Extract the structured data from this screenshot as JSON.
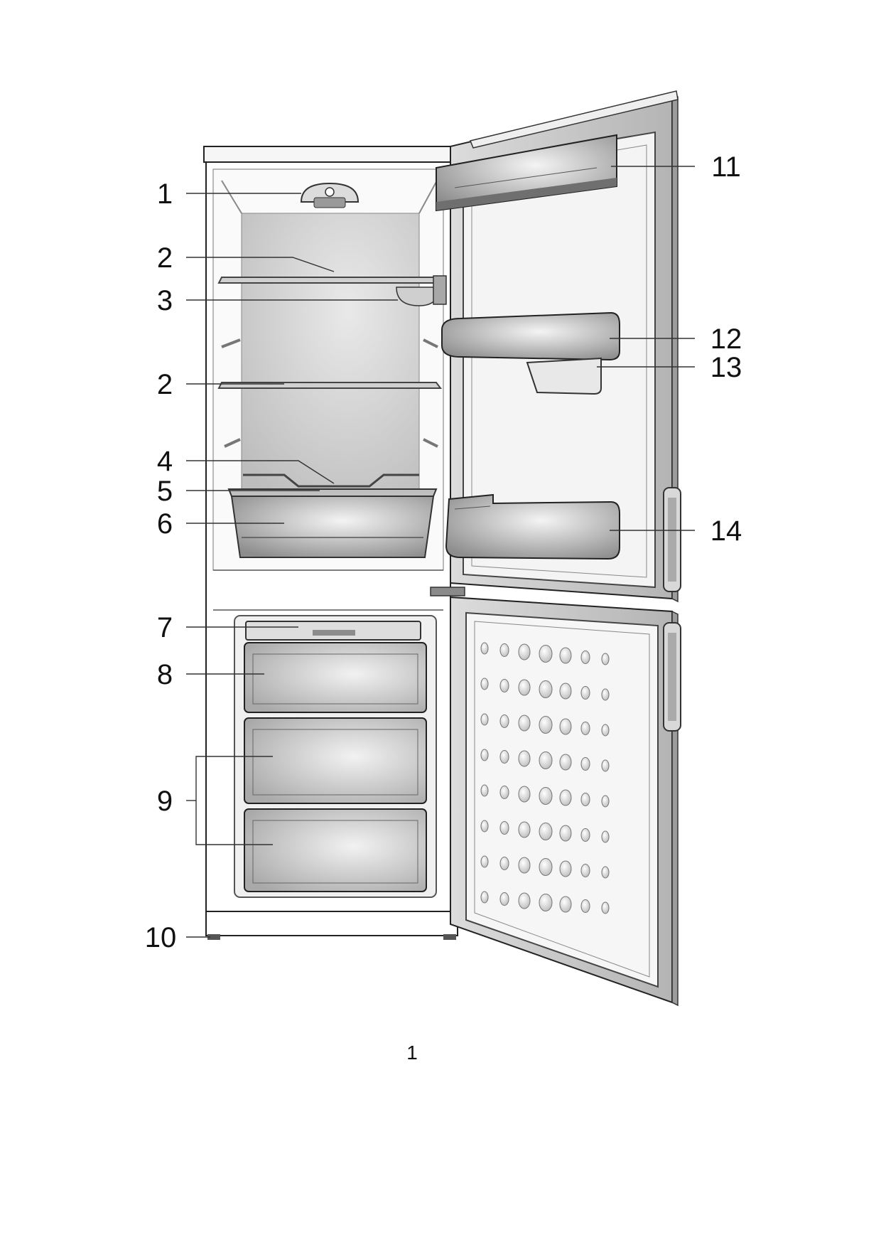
{
  "figure": {
    "callouts": [
      "1",
      "2",
      "3",
      "2",
      "4",
      "5",
      "6",
      "7",
      "8",
      "9",
      "10",
      "11",
      "12",
      "13",
      "14"
    ]
  },
  "page": {
    "number": "1"
  }
}
